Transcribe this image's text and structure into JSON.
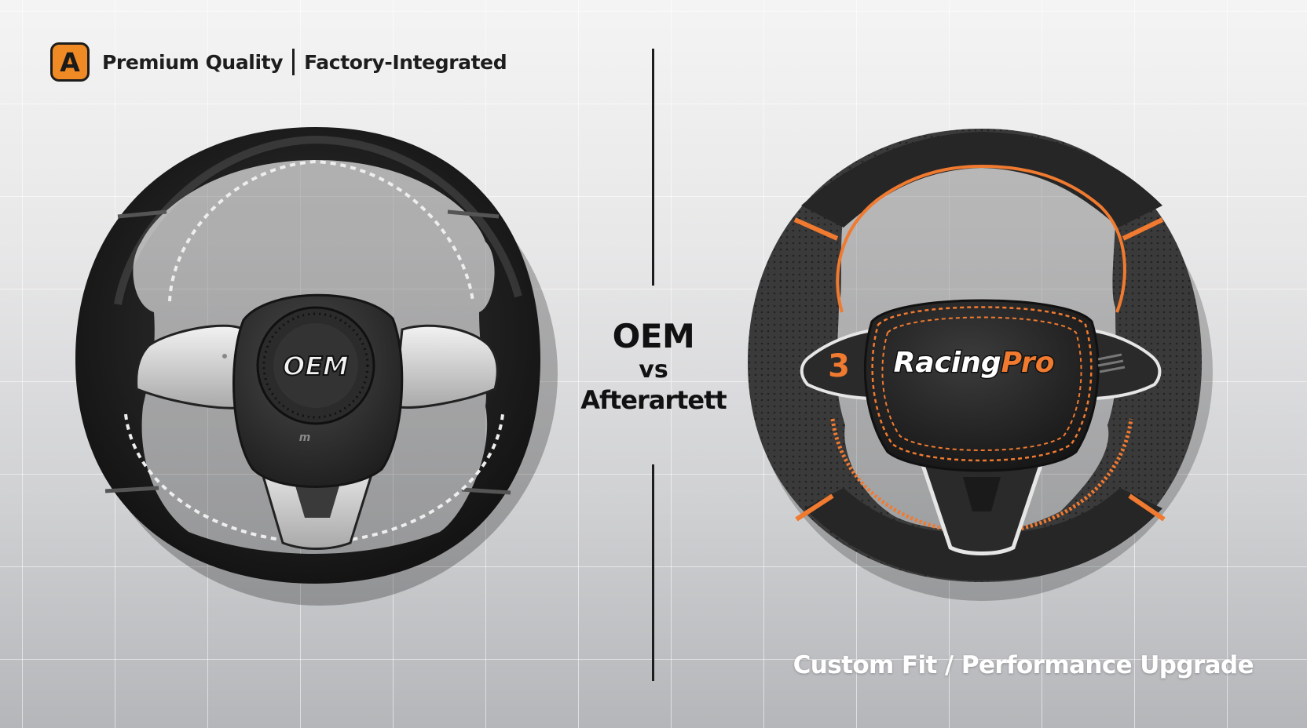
{
  "header": {
    "badge_letter": "A",
    "left_label": "Premium Quality",
    "right_label": "Factory-Integrated"
  },
  "center": {
    "oem": "OEM",
    "vs": "vs",
    "aftermarket": "Afterartett"
  },
  "oem_wheel": {
    "logo_text": "OEM",
    "hub_mark": "m"
  },
  "racing_wheel": {
    "brand_part1": "Racing",
    "brand_part2": "Pro",
    "number_badge": "3",
    "accent_color": "#f07a30"
  },
  "footer": {
    "tagline": "Custom Fit / Performance Upgrade"
  },
  "colors": {
    "accent": "#f08a24",
    "wheel_dark": "#232323",
    "text_dark": "#1d1d1d"
  }
}
